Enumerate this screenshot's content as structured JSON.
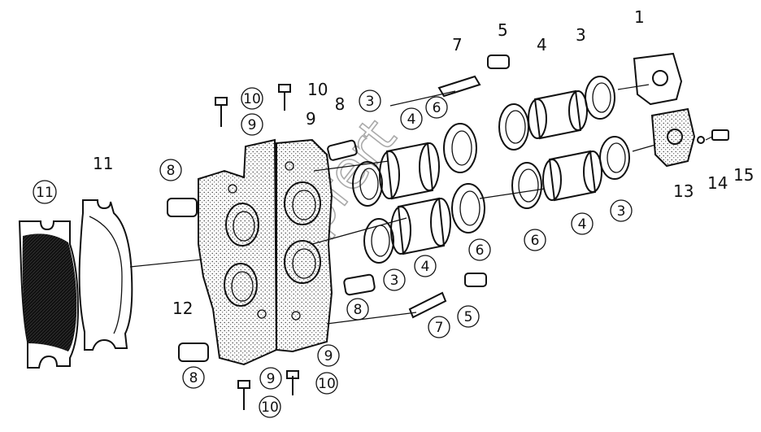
{
  "watermark": "Gopfert",
  "callouts": {
    "c1": "1",
    "c3a": "3",
    "c3b": "3",
    "c3c": "3",
    "c3d": "3",
    "c4a": "4",
    "c4b": "4",
    "c4c": "4",
    "c4d": "4",
    "c5a": "5",
    "c5b": "5",
    "c6a": "6",
    "c6b": "6",
    "c6c": "6",
    "c7a": "7",
    "c7b": "7",
    "c8a": "8",
    "c8b": "8",
    "c8c": "8",
    "c8d": "8",
    "c9a": "9",
    "c9b": "9",
    "c9c": "9",
    "c9d": "9",
    "c10a": "10",
    "c10b": "10",
    "c10c": "10",
    "c10d": "10",
    "c11a": "11",
    "c11b": "11",
    "c12": "12",
    "c13": "13",
    "c14": "14",
    "c15": "15"
  },
  "icons": {
    "brake_pad": "brake-pad-icon",
    "backing_plate": "backing-plate-icon",
    "caliper": "caliper-housing-icon",
    "piston": "piston-icon",
    "seal_ring": "seal-ring-icon",
    "bleeder": "bleeder-valve-icon",
    "bolt": "bolt-icon"
  }
}
